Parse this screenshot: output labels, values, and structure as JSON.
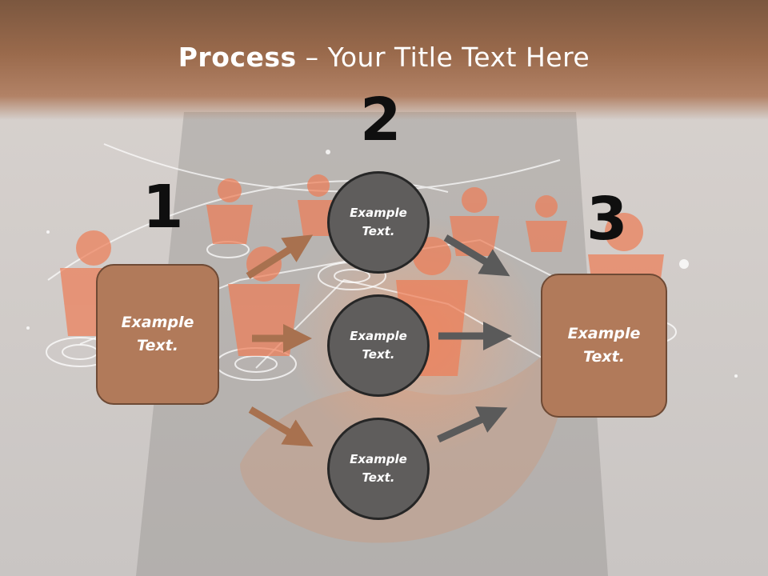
{
  "title": {
    "bold": "Process",
    "rest": " – Your Title Text Here"
  },
  "steps": [
    {
      "number": "1",
      "label": "Example\nText."
    },
    {
      "number": "2",
      "labels": [
        "Example\nText.",
        "Example\nText.",
        "Example\nText."
      ]
    },
    {
      "number": "3",
      "label": "Example\nText."
    }
  ],
  "colors": {
    "box_fill": "#b17a5a",
    "circle_fill": "#5f5d5c",
    "arrow_brown": "#a8714f",
    "arrow_gray": "#5a5a5a",
    "title_band": "#8f6346"
  }
}
